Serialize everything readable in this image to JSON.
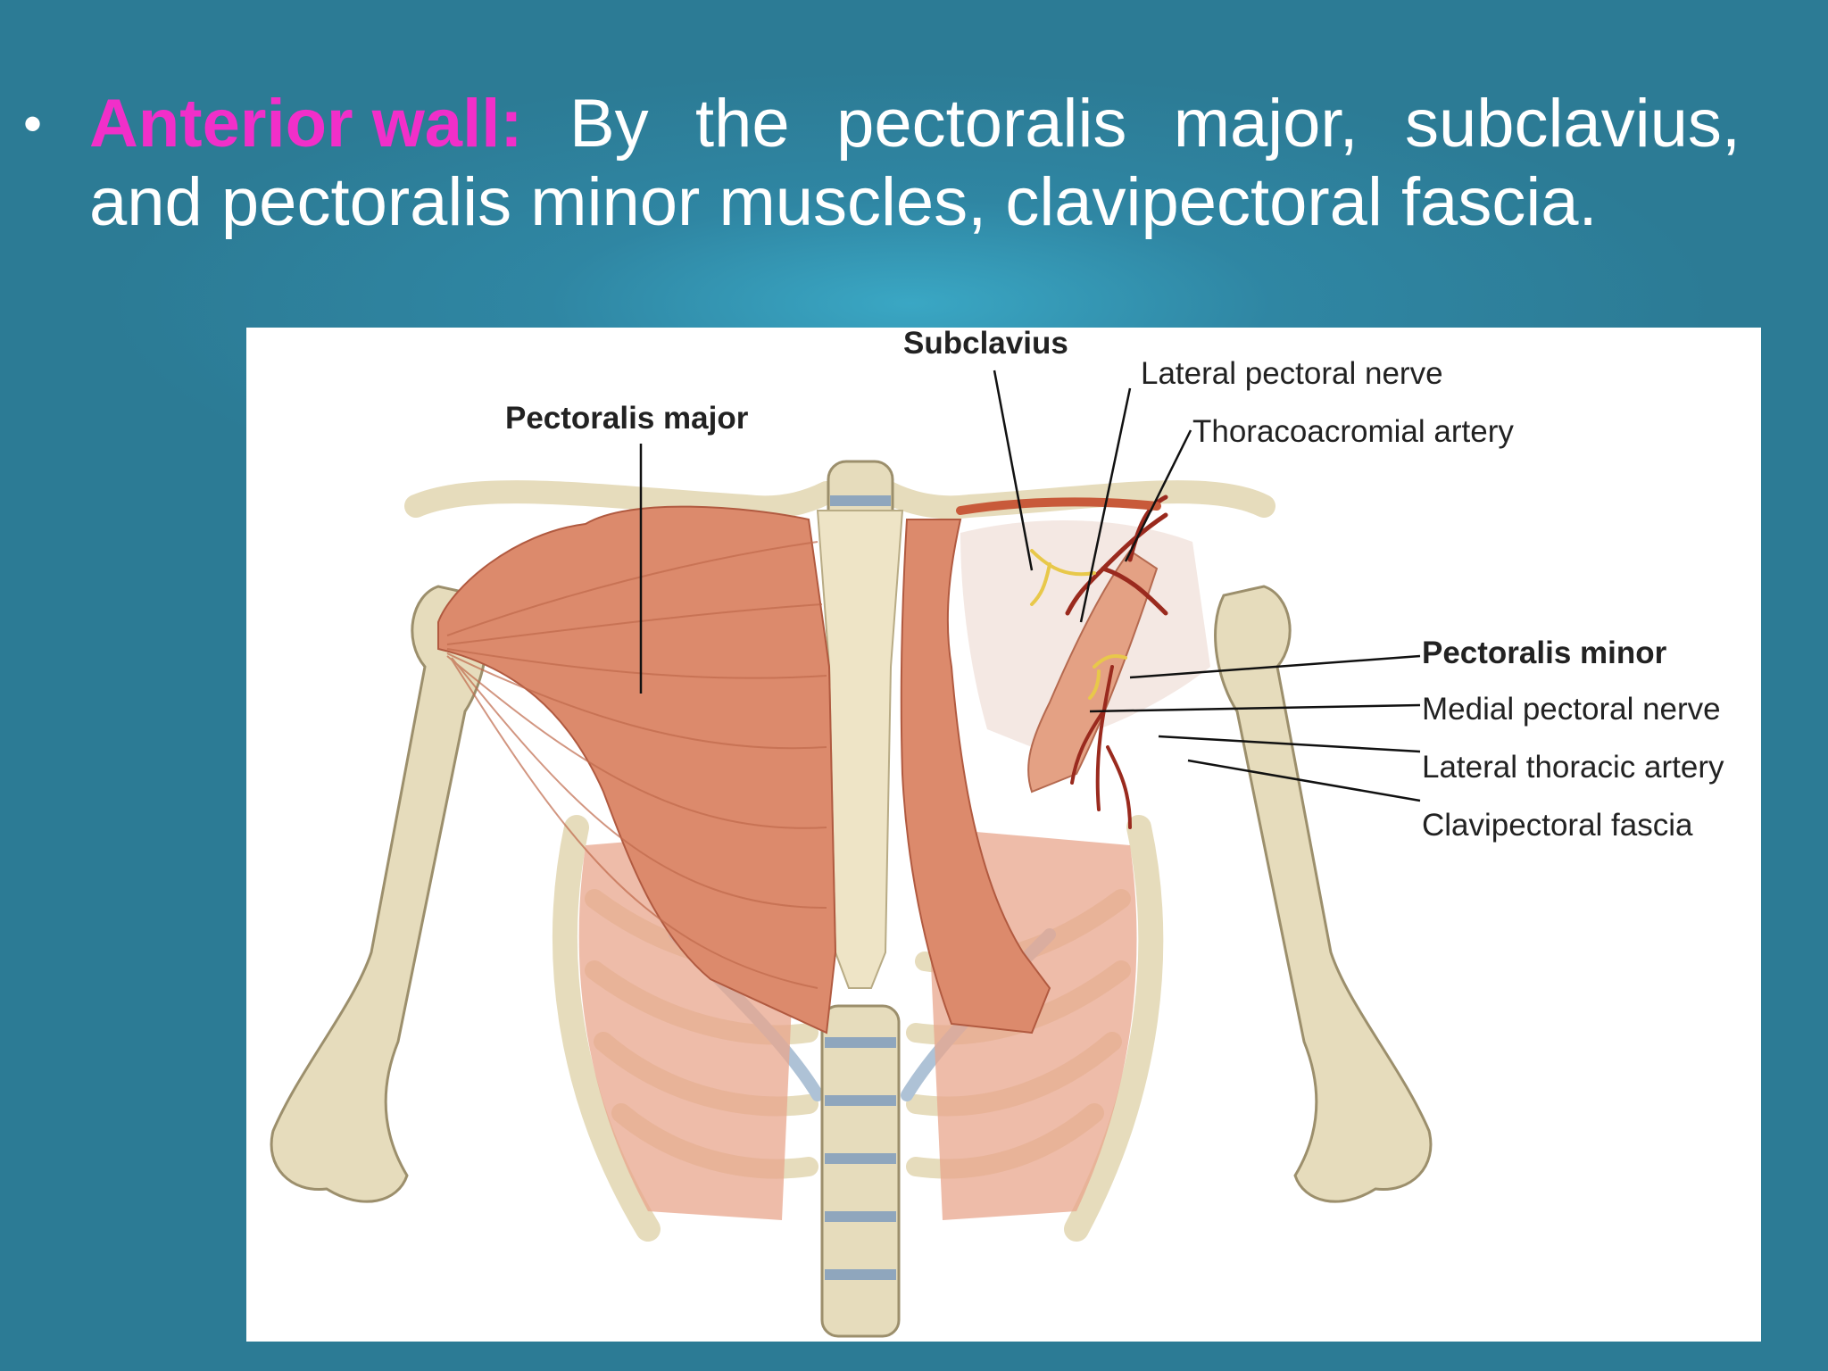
{
  "slide": {
    "bullet": "•",
    "keyword": "Anterior wall:",
    "line1_words": [
      "By",
      "the",
      "pectoralis",
      "major,",
      "subclavius,"
    ],
    "line2": "and pectoralis minor muscles, clavipectoral fascia."
  },
  "figure": {
    "labels": {
      "subclavius": "Subclavius",
      "pectoralis_major": "Pectoralis major",
      "lateral_pectoral_nerve": "Lateral pectoral nerve",
      "thoracoacromial_artery": "Thoracoacromial artery",
      "pectoralis_minor": "Pectoralis minor",
      "medial_pectoral_nerve": "Medial pectoral nerve",
      "lateral_thoracic_artery": "Lateral thoracic artery",
      "clavipectoral_fascia": "Clavipectoral fascia"
    },
    "colors": {
      "bone": "#e6dcbc",
      "muscle": "#dc8a6c",
      "cartilage": "#aec2d6",
      "artery": "#9a2a1e",
      "nerve": "#e8c84a"
    }
  }
}
